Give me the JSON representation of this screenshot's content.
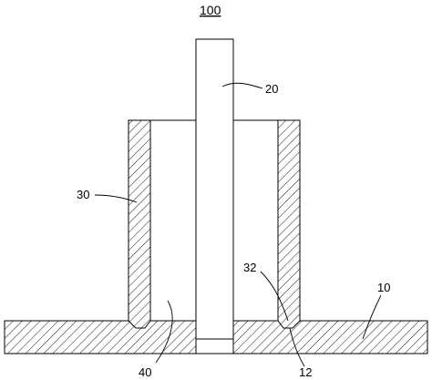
{
  "figure": {
    "title": "100",
    "labels": {
      "base_plate": "10",
      "recess": "12",
      "pin": "20",
      "sleeve": "30",
      "sleeve_foot": "32",
      "cavity": "40"
    }
  }
}
